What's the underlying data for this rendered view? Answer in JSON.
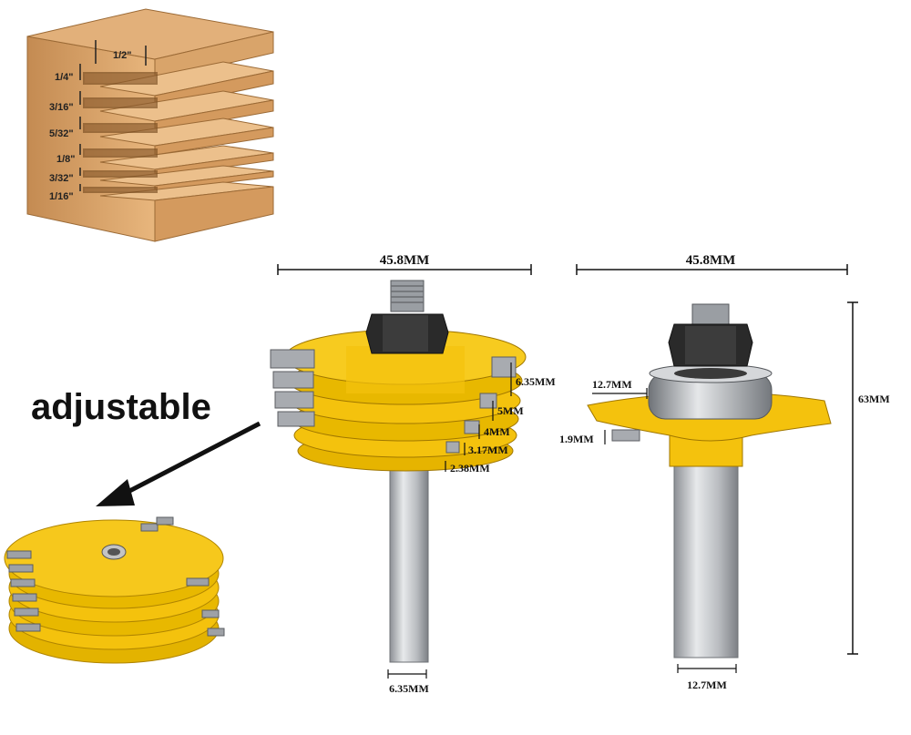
{
  "wood_block": {
    "labels": [
      "1/2\"",
      "1/4\"",
      "3/16\"",
      "5/32\"",
      "1/8\"",
      "3/32\"",
      "1/16\""
    ]
  },
  "adjustable_label": "adjustable",
  "bit_left": {
    "width_label": "45.8MM",
    "cutter_labels": [
      "6.35MM",
      "5MM",
      "4MM",
      "3.17MM",
      "2.38MM"
    ],
    "shank_label": "6.35MM"
  },
  "bit_right": {
    "width_label": "45.8MM",
    "bearing_label": "12.7MM",
    "cutter_label": "1.9MM",
    "height_label": "63MM",
    "shank_label": "12.7MM"
  },
  "colors": {
    "yellow": "#f4c20d",
    "yellow_dark": "#c99a00",
    "wood": "#d9a46a",
    "wood_dark": "#b57d44",
    "steel": "#b9bcc0",
    "nut": "#2a2a2a"
  }
}
